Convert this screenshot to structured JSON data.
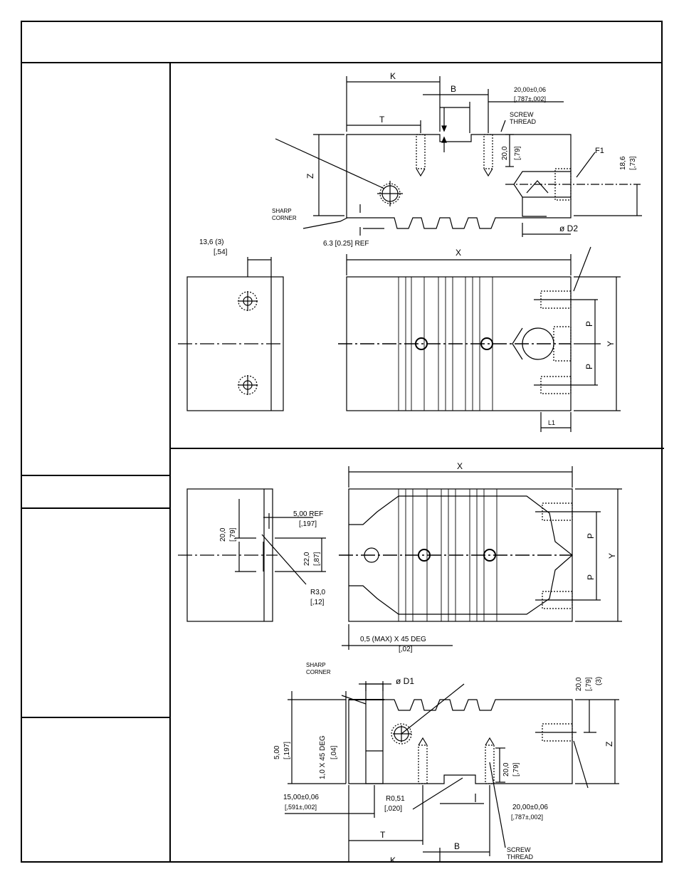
{
  "header": {
    "title": ""
  },
  "top_view": {
    "dim_k": "K",
    "dim_b": "B",
    "dim_t": "T",
    "dim_z": "Z",
    "dim_x": "X",
    "dim_y": "Y",
    "dim_p1": "P",
    "dim_p2": "P",
    "dim_l1": "L1",
    "dim_20_06": "20,00±0,06",
    "dim_787": "[,787±,002]",
    "screw_thread_1": "SCREW",
    "screw_thread_2": "THREAD",
    "dim_20_0": "20,0",
    "dim_79": "[,79]",
    "dim_f1": "F1",
    "dim_18_6": "18,6",
    "dim_73": "[,73]",
    "sharp_corner_1": "SHARP",
    "sharp_corner_2": "CORNER",
    "dim_ref": "6.3 [0.25] REF",
    "dim_d2": "ø D2",
    "dim_13_6": "13,6 (3)",
    "dim_54": "[,54]"
  },
  "bottom_view": {
    "dim_x": "X",
    "dim_y": "Y",
    "dim_p1": "P",
    "dim_p2": "P",
    "dim_z": "Z",
    "dim_t": "T",
    "dim_k": "K",
    "dim_b": "B",
    "dim_20_0_left": "20,0",
    "dim_79_left": "[,79]",
    "dim_5_ref": "5,00 REF",
    "dim_197_ref": "[,197]",
    "dim_22_0": "22,0",
    "dim_87": "[,87]",
    "dim_r3": "R3,0",
    "dim_12": "[,12]",
    "dim_chamfer": "0,5 (MAX) X 45 DEG",
    "dim_02": "[,02]",
    "sharp_corner_1": "SHARP",
    "sharp_corner_2": "CORNER",
    "dim_d1": "ø D1",
    "dim_20_0_right": "20,0",
    "dim_79_right": "[,79]",
    "dim_3": "(3)",
    "dim_5_00": "5,00",
    "dim_197": "[,197]",
    "dim_chamfer_10": "1,0 X 45 DEG",
    "dim_04": "[,04]",
    "dim_20_0_thread": "20,0",
    "dim_79_thread": "[,79]",
    "dim_15_00": "15,00±0,06",
    "dim_591": "[,591±,002]",
    "dim_r051": "R0,51",
    "dim_020": "[,020]",
    "dim_20_00": "20,00±0,06",
    "dim_787": "[,787±,002]",
    "screw_thread_1": "SCREW",
    "screw_thread_2": "THREAD"
  }
}
